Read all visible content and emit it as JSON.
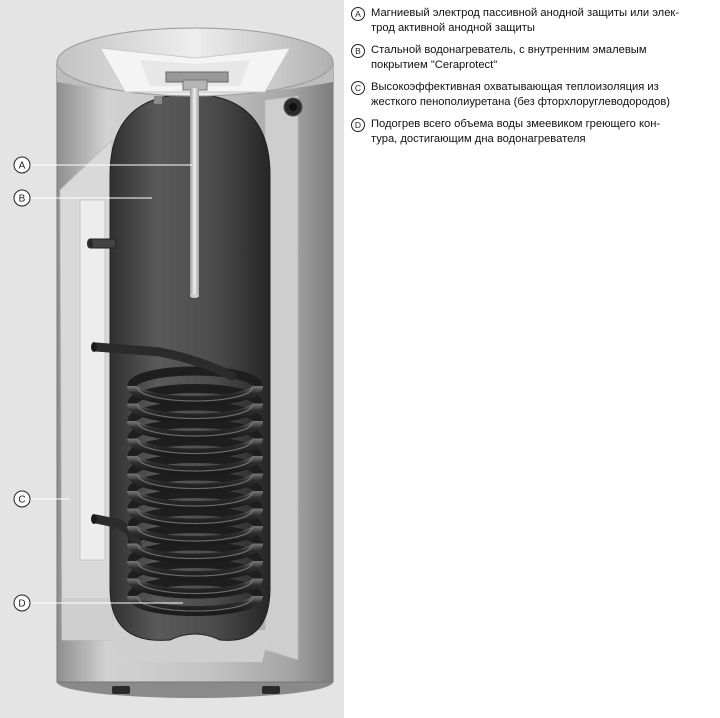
{
  "colors": {
    "panel_background": "#e4e4e4",
    "casing": "#b6b6b6",
    "tank": "#4b4b4b",
    "lid": "#d8d8d8",
    "coil": "#303030"
  },
  "callouts": [
    {
      "letter": "A"
    },
    {
      "letter": "B"
    },
    {
      "letter": "C"
    },
    {
      "letter": "D"
    }
  ],
  "legend": [
    {
      "letter": "A",
      "text": "Магниевый электрод пассивной анодной защиты или элек-\nтрод активной анодной защиты"
    },
    {
      "letter": "B",
      "text": "Стальной водонагреватель, с внутренним эмалевым\nпокрытием \"Ceraprotect\""
    },
    {
      "letter": "C",
      "text": "Высокоэффективная охватывающая теплоизоляция из\nжесткого пенополиуретана (без фторхлоруглеводородов)"
    },
    {
      "letter": "D",
      "text": "Подогрев всего объема воды змеевиком греющего кон-\nтура, достигающим дна водонагревателя"
    }
  ]
}
